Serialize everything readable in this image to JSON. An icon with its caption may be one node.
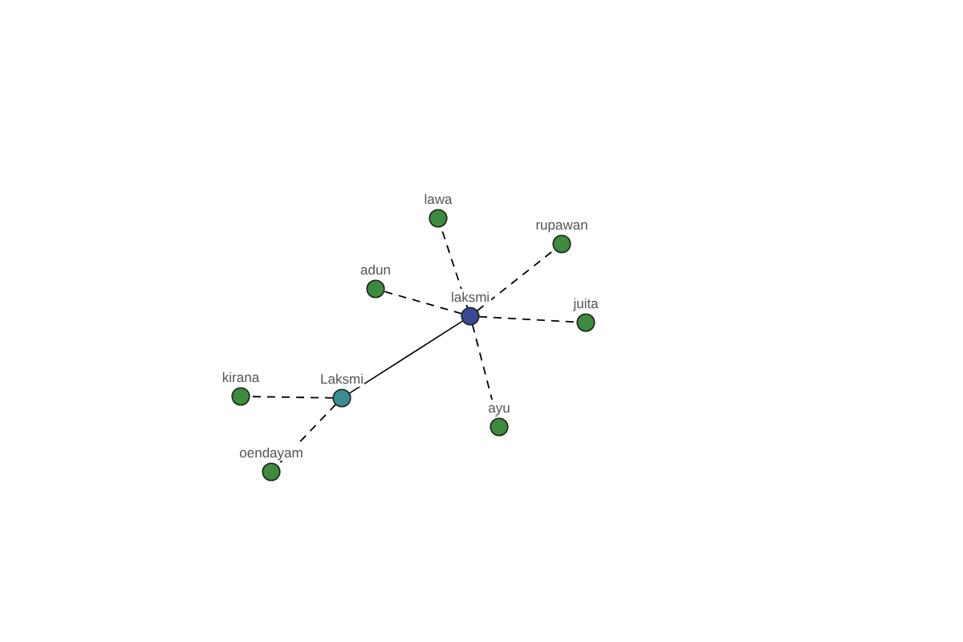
{
  "diagram": {
    "nodes": [
      {
        "text": [
          "lawa"
        ]
      },
      {
        "text": [
          "rupawan"
        ]
      },
      {
        "text": [
          "adun"
        ]
      },
      {
        "text": [
          "laksmi"
        ]
      },
      {
        "text": [
          "juita"
        ]
      },
      {
        "text": [
          "kirana"
        ]
      },
      {
        "text": [
          "Laksmi"
        ]
      },
      {
        "text": [
          "ayu"
        ]
      },
      {
        "text": [
          "oendayam"
        ]
      }
    ],
    "edges": [
      {
        "from": 3,
        "to": 0,
        "arrow": "none",
        "style": "dashed"
      },
      {
        "from": 3,
        "to": 1,
        "arrow": "none",
        "style": "dashed"
      },
      {
        "from": 3,
        "to": 2,
        "arrow": "none",
        "style": "dashed"
      },
      {
        "from": 3,
        "to": 4,
        "arrow": "none",
        "style": "dashed"
      },
      {
        "from": 3,
        "to": 7,
        "arrow": "none",
        "style": "dashed"
      },
      {
        "from": 3,
        "to": 6,
        "arrow": "none"
      },
      {
        "from": 6,
        "to": 5,
        "arrow": "none",
        "style": "dashed"
      },
      {
        "from": 6,
        "to": 8,
        "arrow": "none",
        "style": "dashed"
      }
    ]
  }
}
